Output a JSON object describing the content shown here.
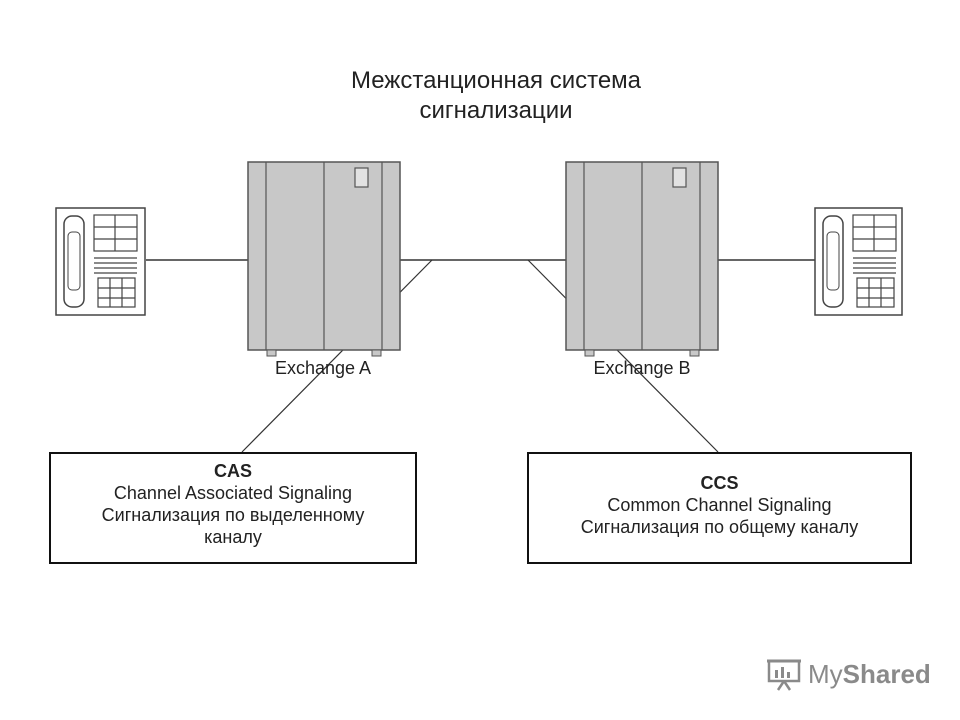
{
  "title": {
    "line1": "Межстанционная система",
    "line2": "сигнализации"
  },
  "exchanges": {
    "a": "Exchange A",
    "b": "Exchange B"
  },
  "cas": {
    "abbr": "CAS",
    "line1": "Channel Associated Signaling",
    "line2": "Сигнализация по выделенному",
    "line3": "каналу"
  },
  "ccs": {
    "abbr": "CCS",
    "line1": "Common Channel Signaling",
    "line2": "Сигнализация по общему каналу"
  },
  "watermark": {
    "my": "My",
    "shared": "Shared",
    "icon": "presentation-board-icon"
  },
  "icons": [
    "telephone-icon",
    "exchange-cabinet-icon"
  ]
}
